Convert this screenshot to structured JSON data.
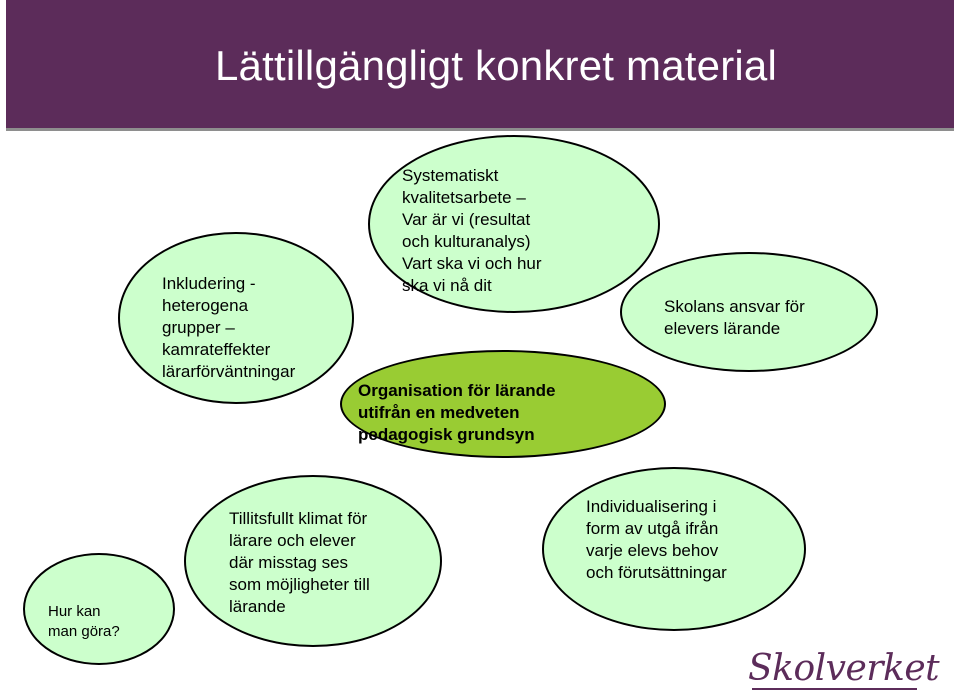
{
  "header": {
    "title": "Lättillgängligt konkret material"
  },
  "diagram": {
    "center": "Organisation för lärande\nutifrån en medveten\npedagogisk grundsyn",
    "top": "Systematiskt\nkvalitetsarbete –\nVar är vi (resultat\noch kulturanalys)\nVart ska vi och hur\nska vi nå dit",
    "left": "Inkludering -\nheterogena\ngrupper –\nkamrateffekter\nlärarförväntningar",
    "right": "Skolans ansvar för\nelevers lärande",
    "bottom_small": "Hur kan\nman göra?",
    "bottom_left": "Tillitsfullt klimat för\nlärare och elever\ndär misstag ses\nsom möjligheter till\nlärande",
    "bottom_right": "Individualisering i\nform av utgå ifrån\nvarje elevs behov\noch förutsättningar"
  },
  "logo": {
    "text": "Skolverket"
  },
  "colors": {
    "header": "#5c2c5a",
    "ellipse_light": "#ccffcc",
    "ellipse_center": "#99cc33"
  }
}
